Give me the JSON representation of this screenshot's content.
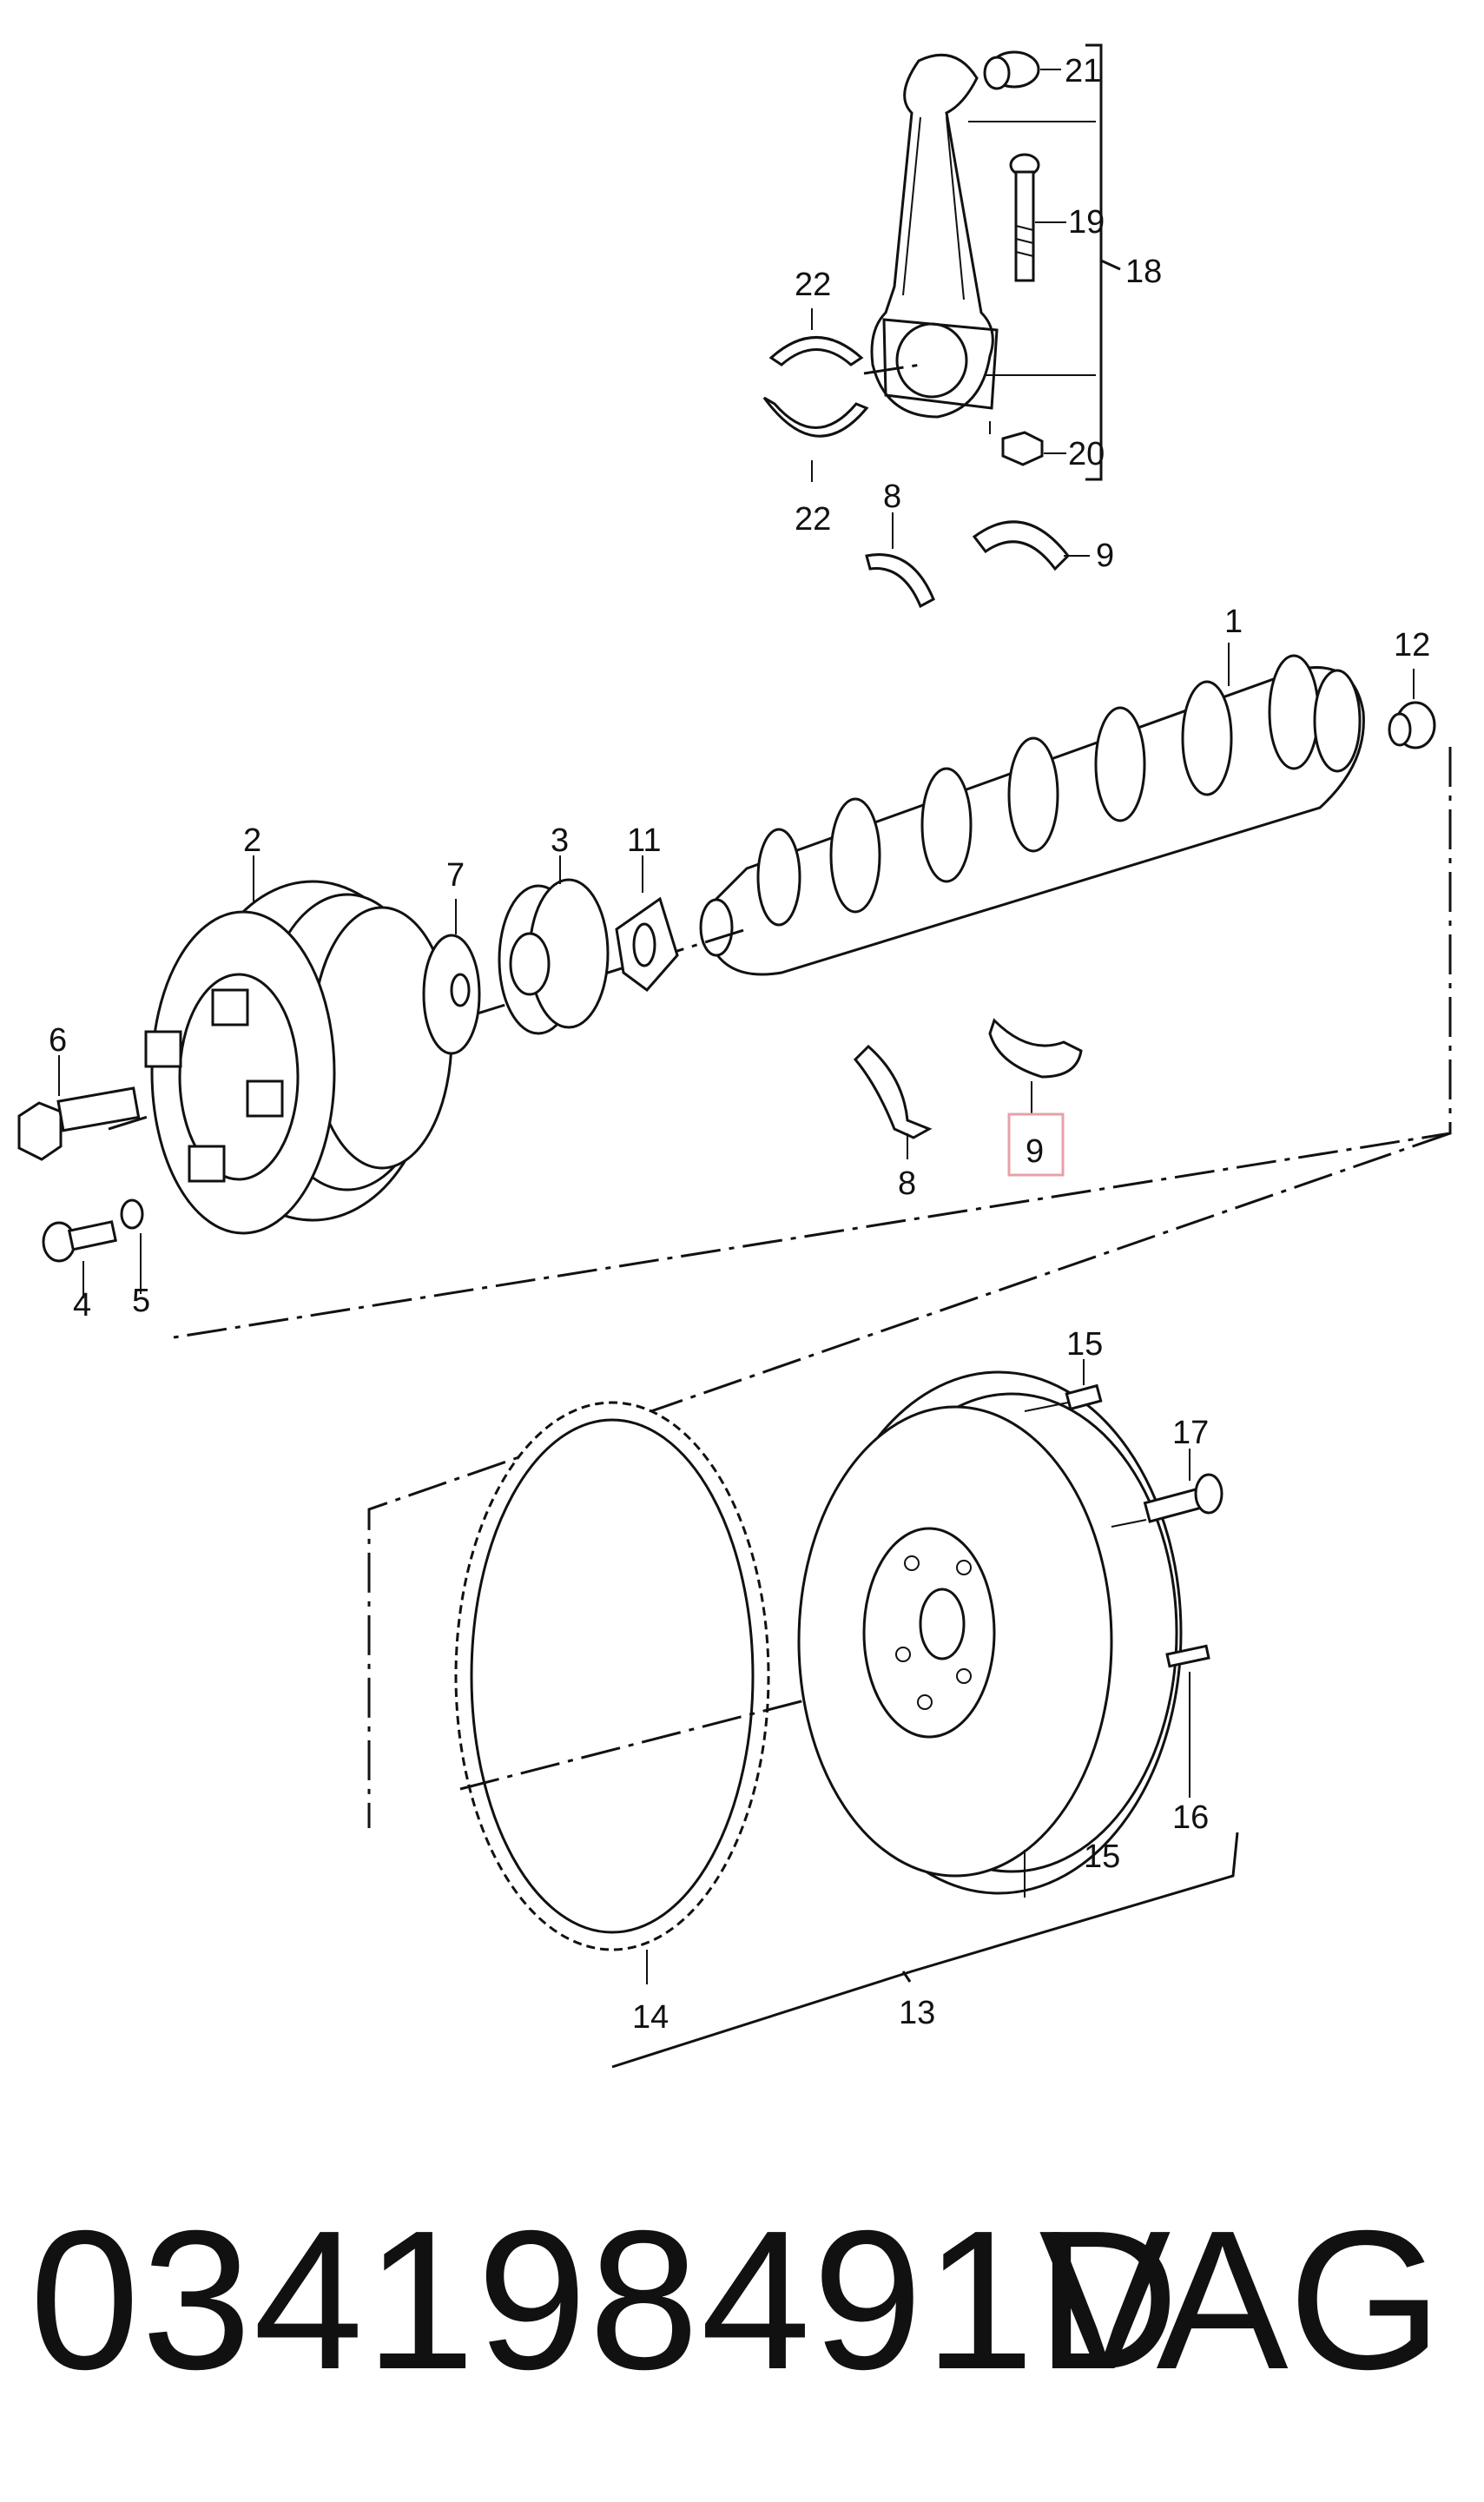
{
  "diagram": {
    "callouts": {
      "c1": "1",
      "c2": "2",
      "c3": "3",
      "c4": "4",
      "c5": "5",
      "c6": "6",
      "c7": "7",
      "c8_top": "8",
      "c8_bottom": "8",
      "c9_top": "9",
      "c9_highlight": "9",
      "c11": "11",
      "c12": "12",
      "c13": "13",
      "c14": "14",
      "c15_dowel": "15",
      "c15_flywheel": "15",
      "c16": "16",
      "c17": "17",
      "c18": "18",
      "c19": "19",
      "c20": "20",
      "c21": "21",
      "c22_top": "22",
      "c22_bottom": "22"
    },
    "highlight_color": "#e8a0a8"
  },
  "footer": {
    "part_number": "034198491D",
    "brand": "VAG"
  }
}
